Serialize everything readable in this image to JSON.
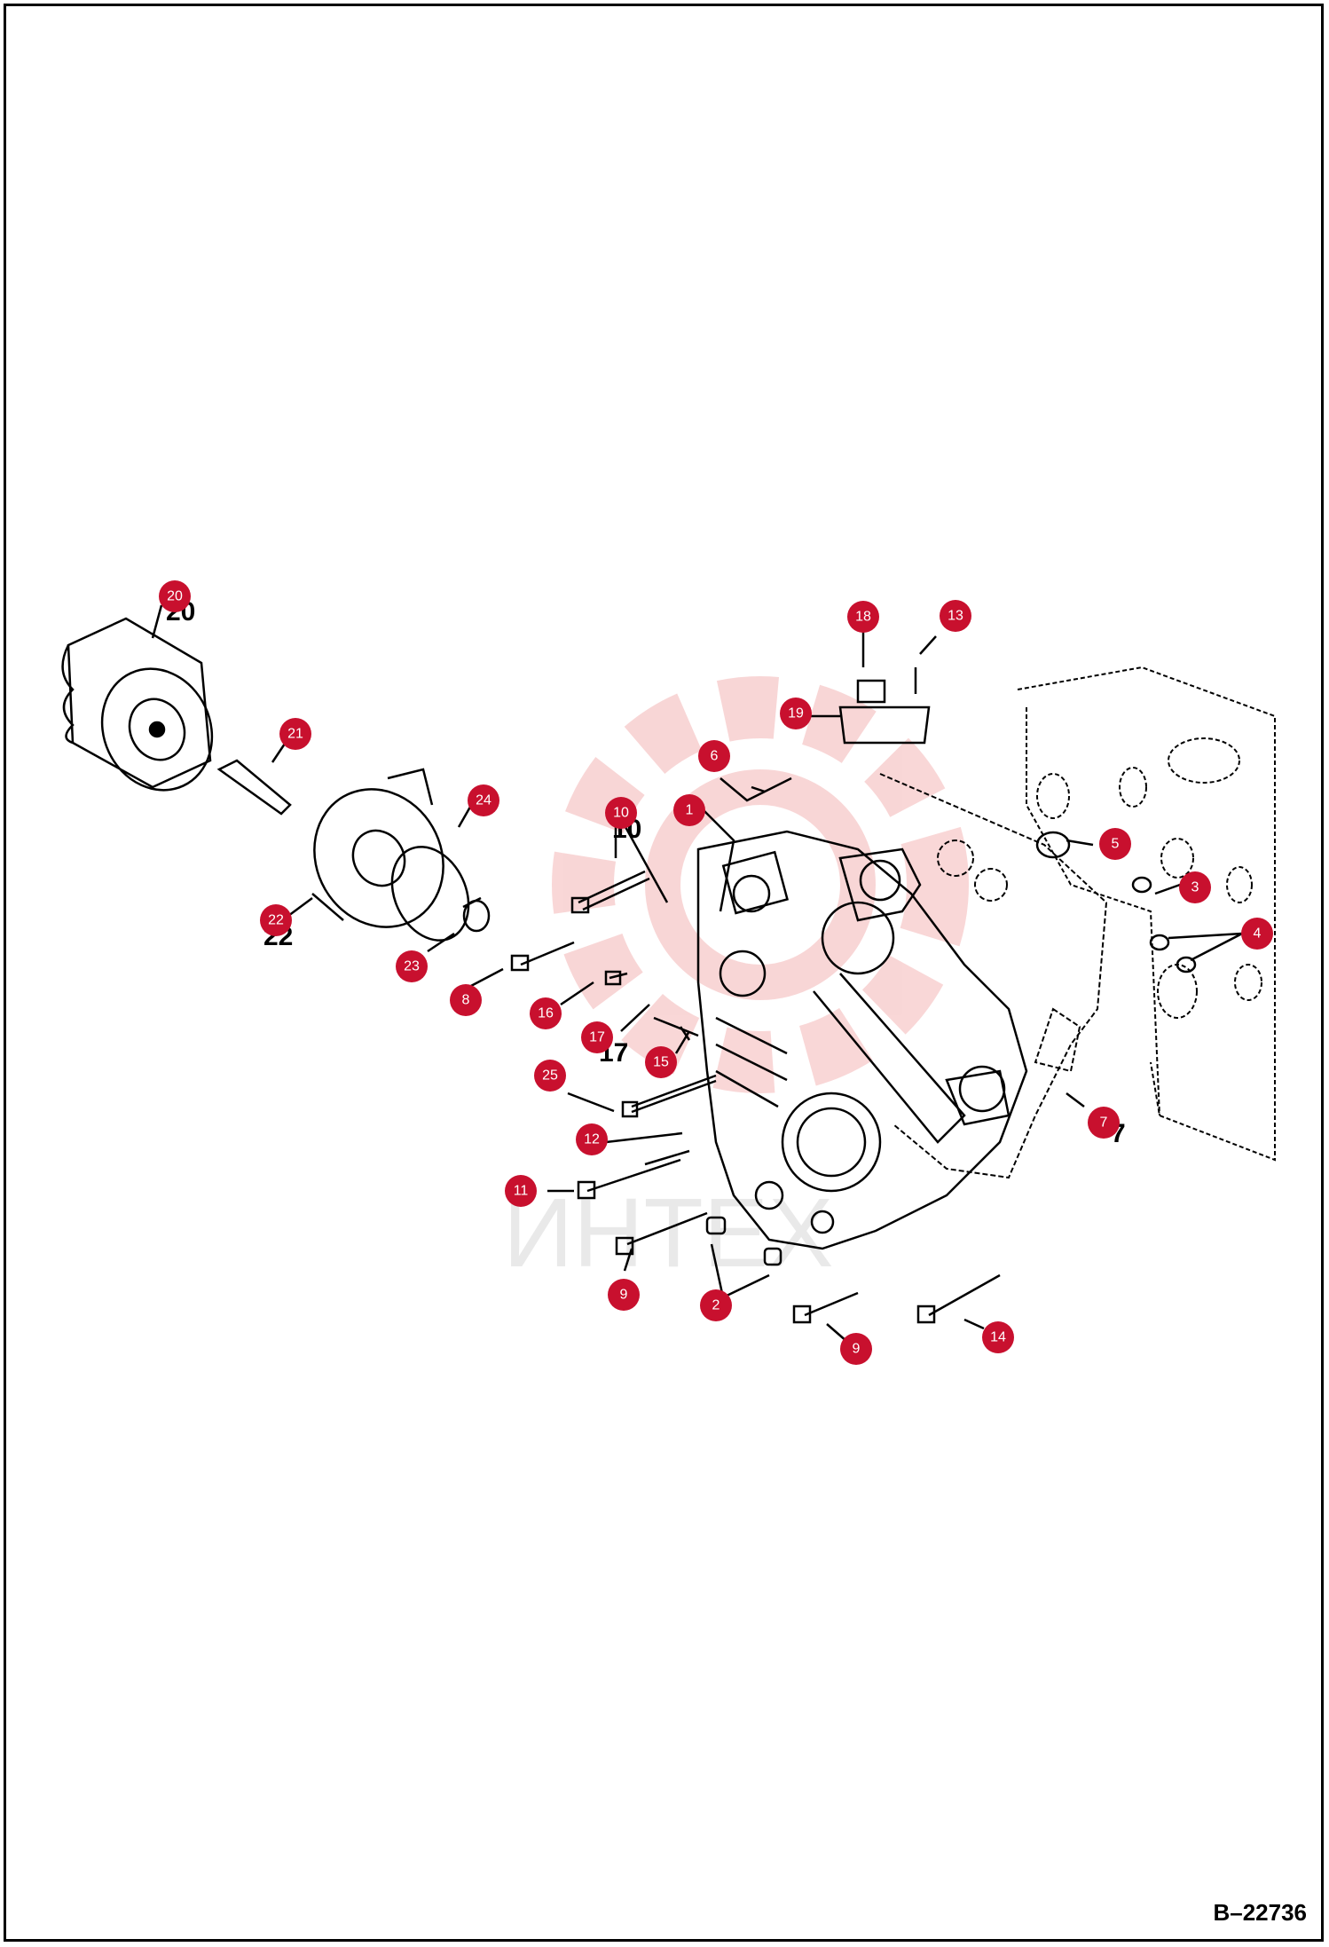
{
  "figure": {
    "code": "B–22736",
    "watermark_text": "ИНТЕХ",
    "part_numbers": [
      "1",
      "2",
      "3",
      "4",
      "5",
      "6",
      "7",
      "8",
      "9",
      "9",
      "10",
      "11",
      "12",
      "13",
      "14",
      "15",
      "16",
      "17",
      "18",
      "19",
      "20",
      "21",
      "22",
      "23",
      "24",
      "25"
    ]
  },
  "colors": {
    "callout": "#c8102e",
    "line": "#000000",
    "watermark": "#f4b6b6"
  },
  "callouts": [
    {
      "label": "20"
    },
    {
      "label": "21"
    },
    {
      "label": "24"
    },
    {
      "label": "22"
    },
    {
      "label": "23"
    },
    {
      "label": "10"
    },
    {
      "label": "1"
    },
    {
      "label": "6"
    },
    {
      "label": "18"
    },
    {
      "label": "13"
    },
    {
      "label": "19"
    },
    {
      "label": "5"
    },
    {
      "label": "3"
    },
    {
      "label": "4"
    },
    {
      "label": "8"
    },
    {
      "label": "16"
    },
    {
      "label": "17"
    },
    {
      "label": "15"
    },
    {
      "label": "25"
    },
    {
      "label": "12"
    },
    {
      "label": "11"
    },
    {
      "label": "9"
    },
    {
      "label": "2"
    },
    {
      "label": "9"
    },
    {
      "label": "14"
    },
    {
      "label": "7"
    }
  ]
}
